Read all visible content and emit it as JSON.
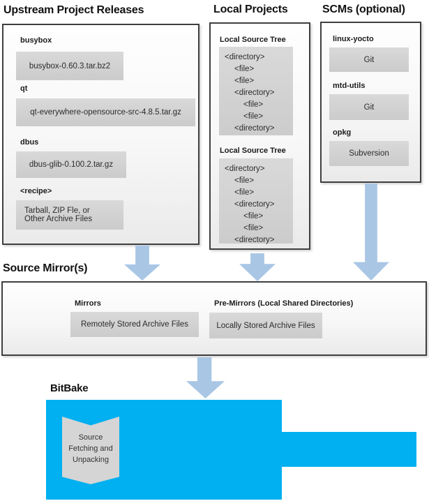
{
  "colors": {
    "bitbake_blue": "#00b0f0",
    "arrow_blue": "#a9c6e5",
    "box_border": "#3f3f3f"
  },
  "upstream": {
    "title": "Upstream Project Releases",
    "items": [
      {
        "label": "busybox",
        "file": "busybox-0.60.3.tar.bz2"
      },
      {
        "label": "qt",
        "file": "qt-everywhere-opensource-src-4.8.5.tar.gz"
      },
      {
        "label": "dbus",
        "file": "dbus-glib-0.100.2.tar.gz"
      },
      {
        "label": "<recipe>",
        "file": "Tarball, ZIP Fle, or\nOther Archive Files"
      }
    ]
  },
  "local_projects": {
    "title": "Local Projects",
    "trees": [
      {
        "label": "Local Source Tree",
        "lines": [
          "<directory>",
          "<file>",
          "<file>",
          "<directory>",
          "<file>",
          "<file>",
          "<directory>"
        ]
      },
      {
        "label": "Local Source Tree",
        "lines": [
          "<directory>",
          "<file>",
          "<file>",
          "<directory>",
          "<file>",
          "<file>",
          "<directory>"
        ]
      }
    ]
  },
  "scms": {
    "title": "SCMs (optional)",
    "items": [
      {
        "label": "linux-yocto",
        "scm": "Git"
      },
      {
        "label": "mtd-utils",
        "scm": "Git"
      },
      {
        "label": "opkg",
        "scm": "Subversion"
      }
    ]
  },
  "mirrors": {
    "title": "Source Mirror(s)",
    "items": [
      {
        "label": "Mirrors",
        "box": "Remotely Stored Archive Files"
      },
      {
        "label": "Pre-Mirrors (Local Shared Directories)",
        "box": "Locally Stored Archive Files"
      }
    ]
  },
  "bitbake": {
    "title": "BitBake",
    "process": "Source Fetching and Unpacking"
  }
}
